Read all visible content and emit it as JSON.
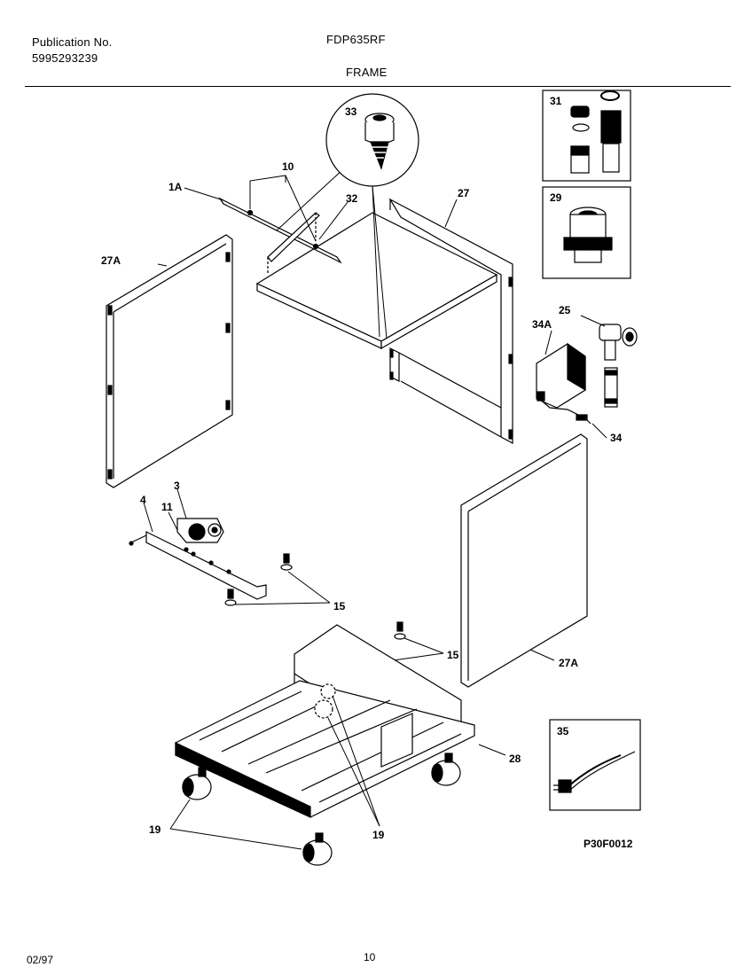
{
  "header": {
    "publication_label": "Publication No.",
    "publication_number": "5995293239",
    "model": "FDP635RF",
    "section": "FRAME"
  },
  "callouts": [
    "1A",
    "10",
    "32",
    "27",
    "33",
    "31",
    "29",
    "27A",
    "25",
    "34A",
    "34",
    "3",
    "4",
    "11",
    "15",
    "15",
    "27A",
    "28",
    "19",
    "19",
    "35"
  ],
  "diagram_code": "P30F0012",
  "footer": {
    "date": "02/97",
    "page": "10"
  }
}
